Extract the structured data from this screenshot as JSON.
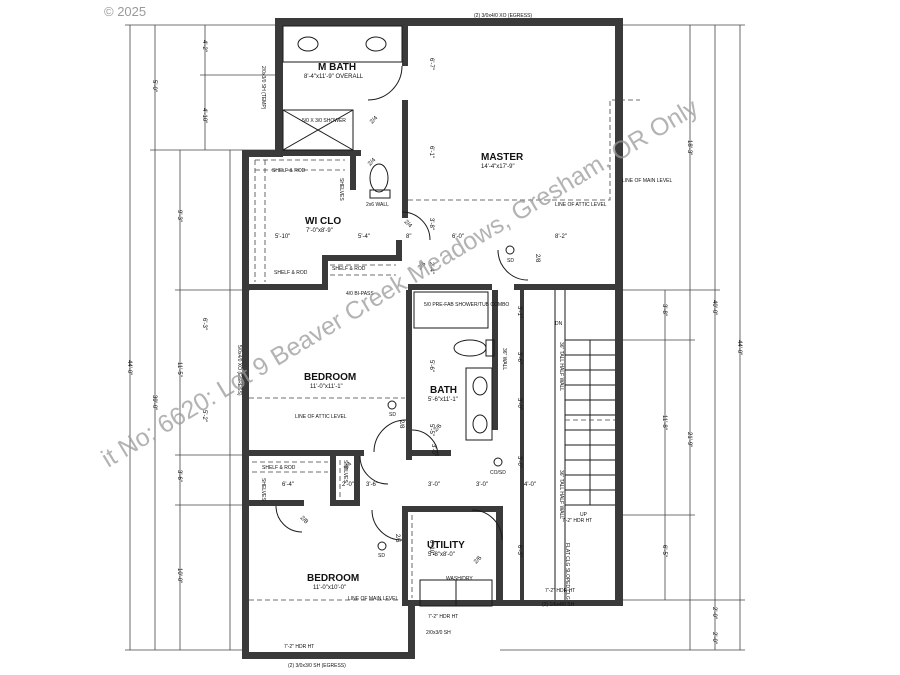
{
  "copyright": "© 2025",
  "watermark": "it No: 6620: Lot 9 Beaver Creek Meadows, Gresham, OR Only",
  "rooms": {
    "m_bath": {
      "title": "M BATH",
      "size": "8'-4\"x11'-9\" OVERALL"
    },
    "master": {
      "title": "MASTER",
      "size": "14'-4\"x17'-9\""
    },
    "wi_clo": {
      "title": "WI CLO",
      "size": "7'-0\"x8'-9\""
    },
    "bedroom_1": {
      "title": "BEDROOM",
      "size": "11'-0\"x11'-1\""
    },
    "bath": {
      "title": "BATH",
      "size": "5'-6\"x11'-1\""
    },
    "utility": {
      "title": "UTILITY",
      "size": "5'-8\"x8'-0\""
    },
    "bedroom_2": {
      "title": "BEDROOM",
      "size": "11'-0\"x10'-0\""
    }
  },
  "notes": {
    "egress_top": "(2) 3/0x4/0 XO (EGRESS)",
    "egress_bottom": "(2) 3/0x3/0 SH (EGRESS)",
    "window_mbath": "2/0x3/0 SH (TEMP)",
    "window_bedroom": "5/0x4/0 XO (EGRESS)",
    "window_stair": "(2) 1/6x4/0 SH",
    "window_utility": "2/0x3/0 SH",
    "shower": "5/0 X 3/0 SHOWER",
    "tub": "5/0 PRE-FAB SHOWER/TUB COMBO",
    "shelf_rod": "SHELF & ROD",
    "shelves": "SHELVES",
    "wall_2x6": "2x6 WALL",
    "bypass": "4/0 BI-PASS",
    "attic_master": "LINE OF ATTIC LEVEL",
    "main_master": "LINE OF MAIN LEVEL",
    "attic_bedroom": "LINE OF ATTIC LEVEL",
    "main_bedroom": "LINE OF MAIN LEVEL",
    "half_wall_top": "36\" TALL HALF WALL",
    "half_wall_bottom": "36\" TALL HALF WALL",
    "sloped_clg": "FLAT CLG SLOPED CLG",
    "wash_dry": "WASH/DRY",
    "hdr_ht_1": "7'-2\" HDR HT",
    "hdr_ht_2": "7'-2\" HDR HT",
    "hdr_ht_3": "7'-2\" HDR HT",
    "hdr_ht_4": "7'-2\" HDR HT",
    "sd": "SD",
    "co_sd": "CO/SD",
    "up": "UP",
    "dn": "DN",
    "half_wall_short": "36\" WALL"
  },
  "dims": {
    "left_overall": "44'-0\"",
    "right_overall": "44'-0\"",
    "right_total": "40'-0\"",
    "left_5_0": "5'-0\"",
    "left_4_2": "4'-2\"",
    "left_4_10": "4'-10\"",
    "left_9_3": "9'-3\"",
    "left_39_0": "39'-0\"",
    "left_11_5": "11'-5\"",
    "left_6_3": "6'-3\"",
    "left_5_2": "5'-2\"",
    "left_3_6": "3'-6\"",
    "left_10_0": "10'-0\"",
    "right_18_3": "18'-3\"",
    "right_21_9": "21'-9\"",
    "right_3_8": "3'-8\"",
    "right_11_8": "11'-8\"",
    "right_6_5": "6'-5\"",
    "right_2_0a": "2'-0\"",
    "right_2_0b": "2'-0\"",
    "int_6_7": "6'-7\"",
    "int_6_1": "6'-1\"",
    "int_3_8": "3'-8\"",
    "int_5_10": "5'-10\"",
    "int_5_4": "5'-4\"",
    "int_8": "8\"",
    "int_6_0": "6'-0\"",
    "int_8_2": "8'-2\"",
    "int_2_4": "2'-4\"",
    "int_3_1": "3'-1\"",
    "int_3_6": "3'-6\"",
    "int_3_0a": "3'-0\"",
    "int_3_0b": "3'-0\"",
    "int_5_6": "5'-6\"",
    "int_5_5": "5'-5\"",
    "int_6_4": "6'-4\"",
    "int_2_0": "2'-0\"",
    "int_3_6b": "3'-6\"",
    "int_3_0c": "3'-0\"",
    "int_3_0d": "3'-0\"",
    "int_4_0": "4'-0\"",
    "int_3_0e": "3'-0\"",
    "int_6_3b": "6'-3\"",
    "int_6_10": "6'-10\"",
    "door_2_6a": "2/6",
    "door_2_6b": "2/6",
    "door_2_6c": "2/6",
    "door_2_6d": "2/6",
    "door_2_8a": "2/8",
    "door_2_8b": "2/8",
    "door_2_8c": "2/8",
    "door_2_4a": "2/4",
    "door_2_4b": "2/4",
    "door_2_4c": "2/4",
    "door_2_4d": "2/4"
  }
}
